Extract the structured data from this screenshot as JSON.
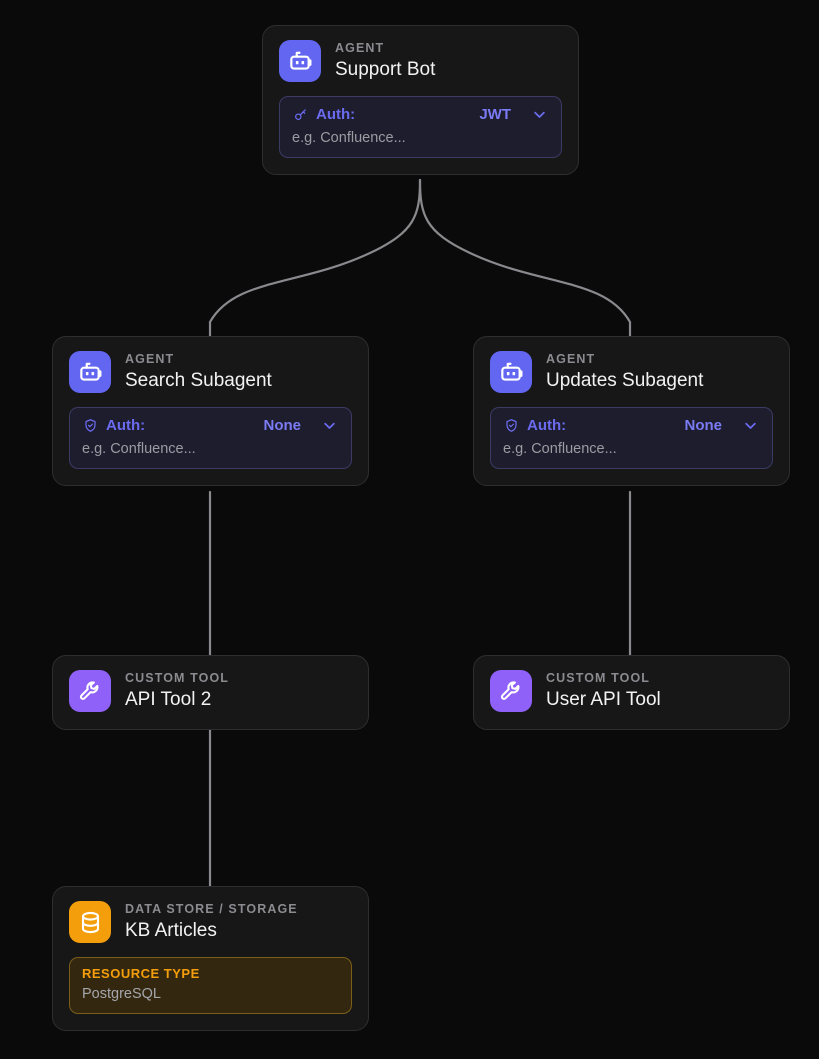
{
  "canvas": {
    "background": "#0a0a0a",
    "edge_color": "#8a8a8e"
  },
  "palette": {
    "agent_accent": "#6366f1",
    "tool_accent": "#9061f9",
    "store_accent": "#f59e0b",
    "auth_text": "#6b6bf0",
    "node_background": "#171718",
    "node_border": "#2e2e30"
  },
  "nodes": [
    {
      "id": "support-bot",
      "kind": "AGENT",
      "name": "Support Bot",
      "icon": "robot-icon",
      "panel": {
        "type": "auth",
        "icon": "key-icon",
        "label": "Auth:",
        "value": "JWT",
        "caret": "chevron-down-icon",
        "hint": "e.g. Confluence..."
      }
    },
    {
      "id": "search-subagent",
      "kind": "AGENT",
      "name": "Search Subagent",
      "icon": "robot-icon",
      "panel": {
        "type": "auth",
        "icon": "shield-check-icon",
        "label": "Auth:",
        "value": "None",
        "caret": "chevron-down-icon",
        "hint": "e.g. Confluence..."
      }
    },
    {
      "id": "updates-subagent",
      "kind": "AGENT",
      "name": "Updates Subagent",
      "icon": "robot-icon",
      "panel": {
        "type": "auth",
        "icon": "shield-check-icon",
        "label": "Auth:",
        "value": "None",
        "caret": "chevron-down-icon",
        "hint": "e.g. Confluence..."
      }
    },
    {
      "id": "api-tool-2",
      "kind": "CUSTOM TOOL",
      "name": "API Tool 2",
      "icon": "wrench-icon",
      "panel": null
    },
    {
      "id": "user-api-tool",
      "kind": "CUSTOM TOOL",
      "name": "User API Tool",
      "icon": "wrench-icon",
      "panel": null
    },
    {
      "id": "kb-articles",
      "kind": "DATA STORE / STORAGE",
      "name": "KB Articles",
      "icon": "database-icon",
      "panel": {
        "type": "resource",
        "label": "RESOURCE TYPE",
        "value": "PostgreSQL"
      }
    }
  ],
  "edges": [
    {
      "from": "support-bot",
      "to": "search-subagent",
      "style": "curved"
    },
    {
      "from": "support-bot",
      "to": "updates-subagent",
      "style": "curved"
    },
    {
      "from": "search-subagent",
      "to": "api-tool-2",
      "style": "straight"
    },
    {
      "from": "updates-subagent",
      "to": "user-api-tool",
      "style": "straight"
    },
    {
      "from": "api-tool-2",
      "to": "kb-articles",
      "style": "straight"
    }
  ]
}
